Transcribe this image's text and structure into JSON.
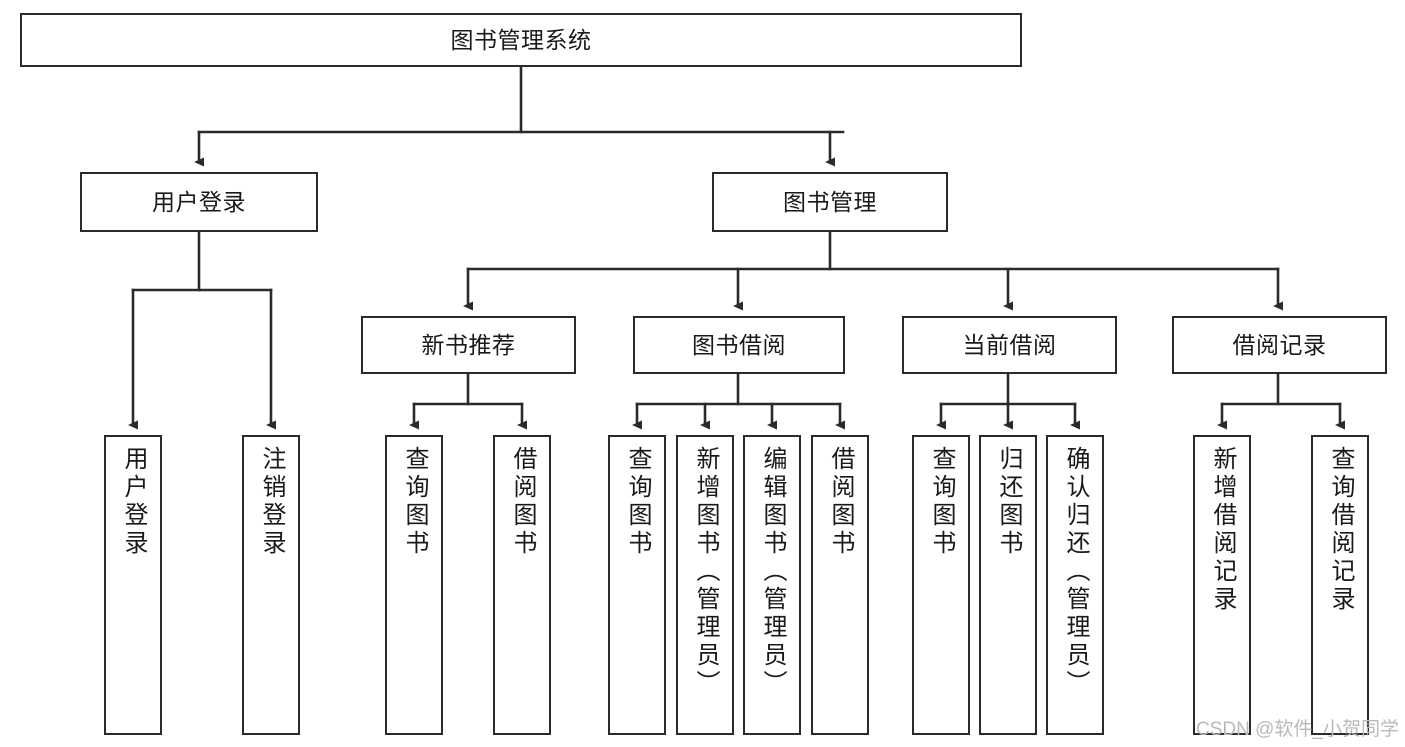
{
  "diagram": {
    "title": "图书管理系统",
    "type": "tree-hierarchy-chart",
    "orientation": "top-down",
    "colors": {
      "border": "#2b2b2b",
      "fill": "#ffffff",
      "text": "#1a1a1a",
      "edge": "#2b2b2b",
      "watermark": "#b9b9b9"
    },
    "nodes": {
      "root": {
        "label": "图书管理系统"
      },
      "level2": [
        {
          "id": "user-login",
          "label": "用户登录"
        },
        {
          "id": "book-management",
          "label": "图书管理"
        }
      ],
      "level3": [
        {
          "id": "new-book-recommend",
          "label": "新书推荐"
        },
        {
          "id": "book-borrow",
          "label": "图书借阅"
        },
        {
          "id": "current-borrow",
          "label": "当前借阅"
        },
        {
          "id": "borrow-record",
          "label": "借阅记录"
        }
      ],
      "leaves": {
        "user-login": [
          {
            "id": "leaf-user-login",
            "label": "用户登录"
          },
          {
            "id": "leaf-logout",
            "label": "注销登录"
          }
        ],
        "new-book-recommend": [
          {
            "id": "leaf-query-book-1",
            "label": "查询图书"
          },
          {
            "id": "leaf-borrow-book-1",
            "label": "借阅图书"
          }
        ],
        "book-borrow": [
          {
            "id": "leaf-query-book-2",
            "label": "查询图书"
          },
          {
            "id": "leaf-add-book",
            "label": "新增图书（管理员）"
          },
          {
            "id": "leaf-edit-book",
            "label": "编辑图书（管理员）"
          },
          {
            "id": "leaf-borrow-book-2",
            "label": "借阅图书"
          }
        ],
        "current-borrow": [
          {
            "id": "leaf-query-book-3",
            "label": "查询图书"
          },
          {
            "id": "leaf-return-book",
            "label": "归还图书"
          },
          {
            "id": "leaf-confirm-return",
            "label": "确认归还（管理员）"
          }
        ],
        "borrow-record": [
          {
            "id": "leaf-add-record",
            "label": "新增借阅记录"
          },
          {
            "id": "leaf-query-record",
            "label": "查询借阅记录"
          }
        ]
      }
    },
    "watermark": "CSDN @软件_小贺同学"
  }
}
